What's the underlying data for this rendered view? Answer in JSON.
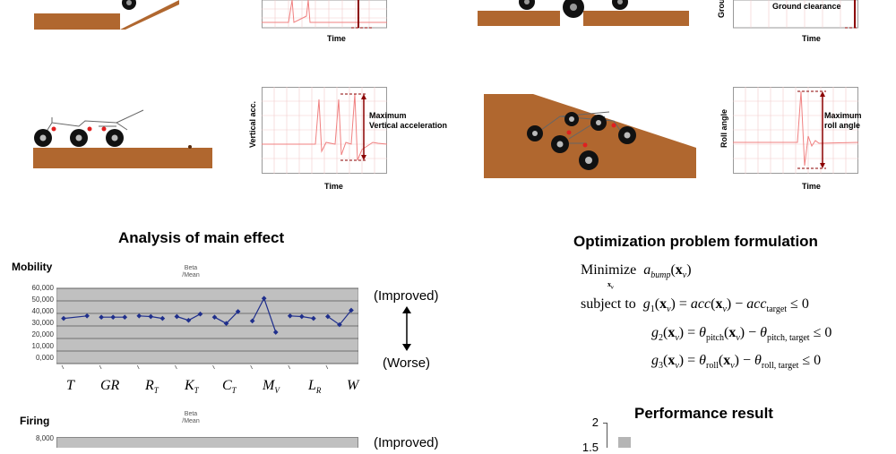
{
  "panels": {
    "bump": {
      "time_label": "Time"
    },
    "clearance": {
      "y_label": "Grou",
      "annotation": "Ground clearance",
      "time_label": "Time"
    },
    "vertical": {
      "y_label": "Vertical acc.",
      "annotation_line1": "Maximum",
      "annotation_line2": "Vertical acceleration",
      "time_label": "Time"
    },
    "roll": {
      "y_label": "Roll angle",
      "annotation_line1": "Maximum",
      "annotation_line2": "roll angle",
      "time_label": "Time"
    }
  },
  "main_effect": {
    "title": "Analysis of main effect",
    "improved_label": "(Improved)",
    "worse_label": "(Worse)",
    "mobility": {
      "title": "Mobility",
      "beta_label_line1": "Beta",
      "beta_label_line2": "/Mean",
      "y_ticks": [
        "60,000",
        "50,000",
        "40,000",
        "30,000",
        "20,000",
        "10,000",
        "0,000"
      ]
    },
    "firing": {
      "title": "Firing",
      "beta_label_line1": "Beta",
      "beta_label_line2": "/Mean",
      "y_tick_top": "8,000",
      "improved_label": "(Improved)"
    },
    "factors": [
      {
        "main": "T",
        "sub": ""
      },
      {
        "main": "GR",
        "sub": ""
      },
      {
        "main": "R",
        "sub": "T"
      },
      {
        "main": "K",
        "sub": "T"
      },
      {
        "main": "C",
        "sub": "T"
      },
      {
        "main": "M",
        "sub": "V"
      },
      {
        "main": "L",
        "sub": "R"
      },
      {
        "main": "W",
        "sub": ""
      }
    ]
  },
  "chart_data": {
    "type": "line",
    "title": "Mobility",
    "ylabel": "Beta /Mean",
    "ylim": [
      0,
      60
    ],
    "y_ticks": [
      "60,000",
      "50,000",
      "40,000",
      "30,000",
      "20,000",
      "10,000",
      "0,000"
    ],
    "categories": [
      "T",
      "GR",
      "RT",
      "KT",
      "CT",
      "MV",
      "LR",
      "W"
    ],
    "series": [
      {
        "group": "T",
        "values": [
          36,
          38
        ]
      },
      {
        "group": "GR",
        "values": [
          37,
          37,
          37
        ]
      },
      {
        "group": "RT",
        "values": [
          38,
          37.5,
          36
        ]
      },
      {
        "group": "KT",
        "values": [
          37.5,
          34.5,
          39.5
        ]
      },
      {
        "group": "CT",
        "values": [
          37,
          32,
          41.5
        ]
      },
      {
        "group": "MV",
        "values": [
          34,
          52,
          25
        ]
      },
      {
        "group": "LR",
        "values": [
          38,
          37.5,
          36
        ]
      },
      {
        "group": "W",
        "values": [
          37.5,
          31,
          42.5
        ]
      }
    ]
  },
  "formulation": {
    "title": "Optimization problem formulation",
    "minimize_word": "Minimize",
    "subject_to": "subject to",
    "target": "target",
    "pitch_target": "pitch, target",
    "roll_target": "roll, target",
    "pitch": "pitch",
    "roll": "roll"
  },
  "performance": {
    "title": "Performance result",
    "ticks": [
      "2",
      "1.5"
    ]
  },
  "colors": {
    "ground": "#b0672f",
    "chart_bg": "#c0c0c0",
    "series": "#1f2f8c",
    "arrow": "#8b0000",
    "signal": "#f5a0a0"
  }
}
